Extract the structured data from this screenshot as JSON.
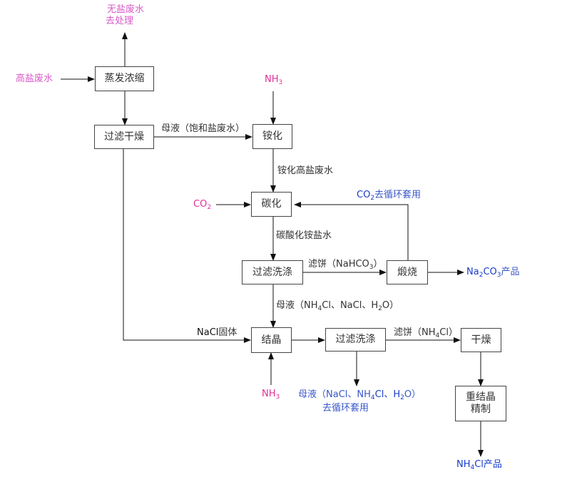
{
  "colors": {
    "line": "#111111",
    "box_border": "#444444",
    "magenta": "#e0309a",
    "pink": "#d85bc8",
    "blue": "#1a3cc8",
    "blue_light": "#3a58c8",
    "text": "#333333"
  },
  "boxes": {
    "evaporation": "蒸发浓缩",
    "filter_dry": "过滤干燥",
    "ammoniation": "铵化",
    "carbonation": "碳化",
    "filter_wash_1": "过滤洗涤",
    "calcination": "煅烧",
    "crystallization": "结晶",
    "filter_wash_2": "过滤洗涤",
    "drying": "干燥",
    "recryst_line1": "重结晶",
    "recryst_line2": "精制"
  },
  "labels": {
    "salt_free_line1": "无盐废水",
    "salt_free_line2": "去处理",
    "high_salt": "高盐废水",
    "nh3_top_pre": "NH",
    "nh3_top_sub": "3",
    "mother_liquor_1": "母液（饱和盐废水）",
    "ammoniated": "铵化高盐废水",
    "co2_left_pre": "CO",
    "co2_left_sub": "2",
    "co2_recycle_pre": "CO",
    "co2_recycle_sub": "2",
    "co2_recycle_post": "去循环套用",
    "carbonated": "碳酸化铵盐水",
    "cake_1_pre": "滤饼（NaHCO",
    "cake_1_sub": "3",
    "cake_1_post": "）",
    "product_na2co3": {
      "a": "Na",
      "s1": "2",
      "b": "CO",
      "s2": "3",
      "c": "产品"
    },
    "mother_liquor_2": {
      "a": "母液（NH",
      "s1": "4",
      "b": "Cl、NaCl、H",
      "s2": "2",
      "c": "O）"
    },
    "nacl_pre": "NaCl",
    "nacl_post": "固体",
    "nh3_bottom_pre": "NH",
    "nh3_bottom_sub": "3",
    "cake_2": {
      "a": "滤饼（NH",
      "s1": "4",
      "b": "Cl）"
    },
    "mother_liquor_3": {
      "a": "母液（NaCl、NH",
      "s1": "4",
      "b": "Cl、H",
      "s2": "2",
      "c": "O）"
    },
    "recycle": "去循环套用",
    "product_nh4cl": {
      "a": "NH",
      "s1": "4",
      "b": "Cl产品"
    }
  }
}
